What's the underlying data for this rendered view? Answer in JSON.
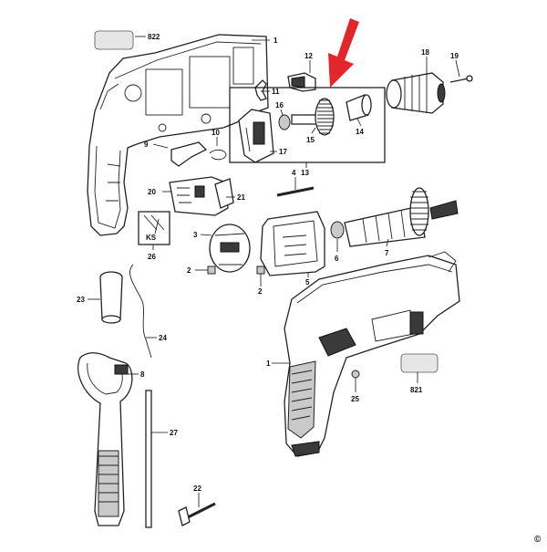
{
  "callouts": {
    "c822": "822",
    "c1a": "1",
    "c12": "12",
    "c18": "18",
    "c19": "19",
    "c11": "11",
    "c16": "16",
    "c15": "15",
    "c14": "14",
    "c10": "10",
    "c9": "9",
    "c17": "17",
    "c13": "13",
    "c4": "4",
    "c20": "20",
    "c21": "21",
    "cKS": "KS",
    "c3": "3",
    "c26": "26",
    "c7": "7",
    "c6": "6",
    "c5": "5",
    "c2a": "2",
    "c2b": "2",
    "c23": "23",
    "c24": "24",
    "c1b": "1",
    "c8": "8",
    "c25": "25",
    "c821": "821",
    "c27": "27",
    "c22": "22",
    "copyright": "©"
  },
  "colors": {
    "arrow": "#e3262b",
    "ink": "#222222",
    "label_box": "#e6e6e6"
  }
}
